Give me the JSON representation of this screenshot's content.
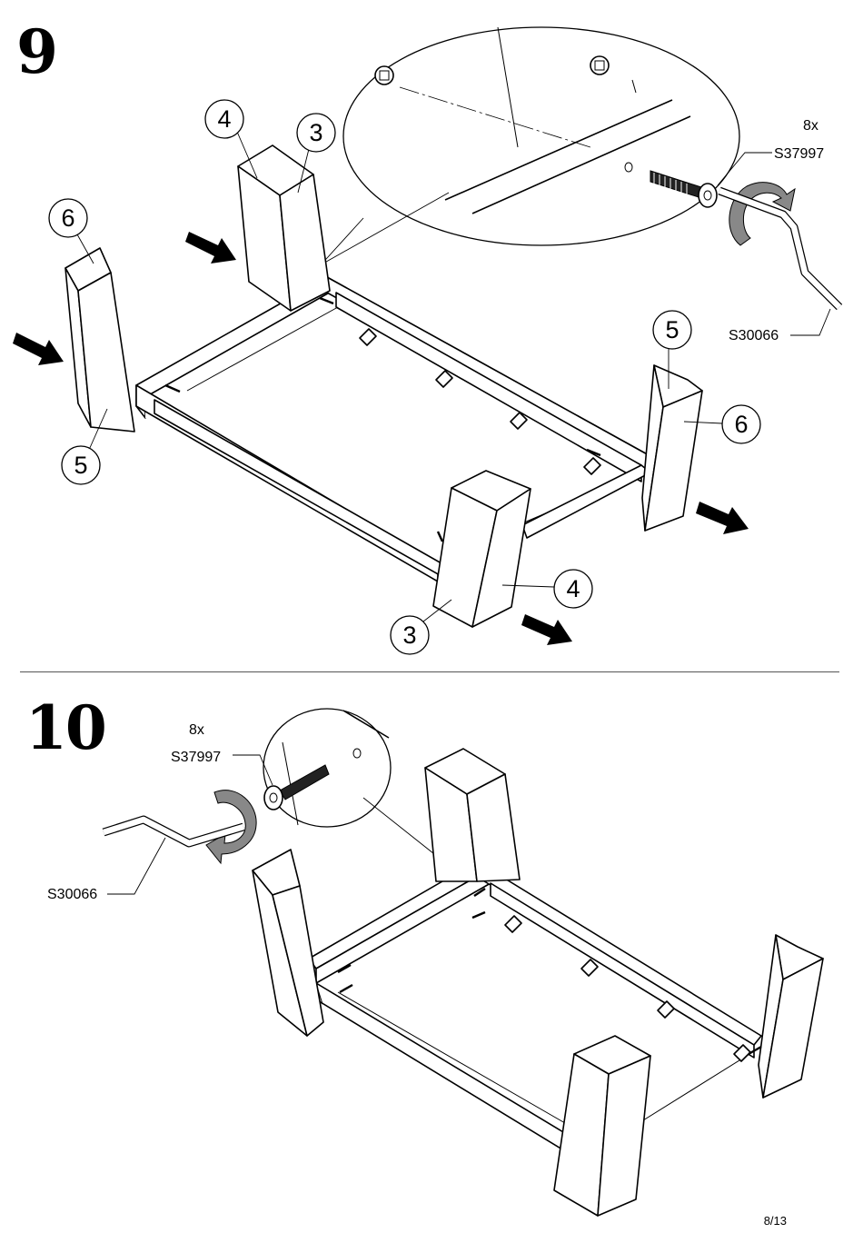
{
  "page_number": "8/13",
  "step9": {
    "number": "9",
    "hardware": {
      "quantity": "8x",
      "bolt_code": "S37997",
      "tool_code": "S30066"
    },
    "part_labels": [
      "4",
      "3",
      "6",
      "5",
      "5",
      "6",
      "4",
      "3"
    ]
  },
  "step10": {
    "number": "10",
    "hardware": {
      "quantity": "8x",
      "bolt_code": "S37997",
      "tool_code": "S30066"
    }
  }
}
